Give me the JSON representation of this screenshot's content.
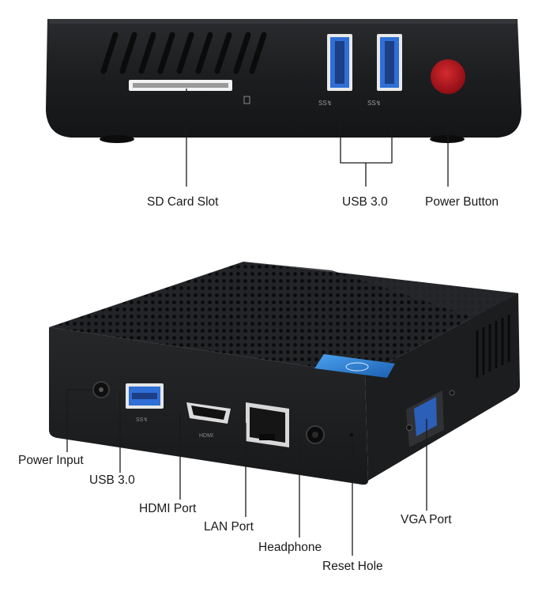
{
  "front_view": {
    "labels": {
      "sd_card_slot": "SD Card Slot",
      "usb_3_0": "USB 3.0",
      "power_button": "Power Button"
    },
    "port_marks": {
      "usb_left": "SS↯",
      "usb_right": "SS↯"
    },
    "colors": {
      "body": "#1c1d1f",
      "usb_blue": "#2f6fd6",
      "power_red": "#b0121a"
    }
  },
  "rear_view": {
    "labels": {
      "power_input": "Power Input",
      "usb_3_0": "USB 3.0",
      "hdmi_port": "HDMI Port",
      "lan_port": "LAN Port",
      "headphone": "Headphone",
      "reset_hole": "Reset Hole",
      "vga_port": "VGA Port"
    },
    "port_marks": {
      "hdmi": "HDMI",
      "usb": "SS↯"
    },
    "colors": {
      "body": "#1e1f21",
      "usb_blue": "#2f6fd6",
      "vga_blue": "#2b5fb8",
      "badge": "#2a86d8"
    }
  }
}
